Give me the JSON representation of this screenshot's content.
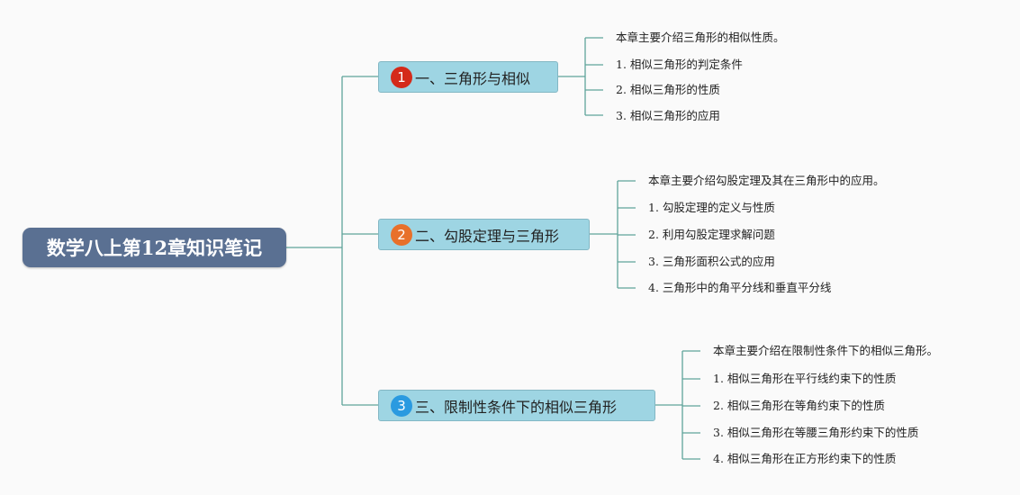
{
  "root": {
    "title": "数学八上第12章知识笔记"
  },
  "branches": [
    {
      "number": "1",
      "title": "一、三角形与相似",
      "color": "#d42a1a",
      "items": [
        "本章主要介绍三角形的相似性质。",
        "1. 相似三角形的判定条件",
        "2. 相似三角形的性质",
        "3. 相似三角形的应用"
      ]
    },
    {
      "number": "2",
      "title": "二、勾股定理与三角形",
      "color": "#e8702a",
      "items": [
        "本章主要介绍勾股定理及其在三角形中的应用。",
        "1. 勾股定理的定义与性质",
        "2. 利用勾股定理求解问题",
        "3. 三角形面积公式的应用",
        "4. 三角形中的角平分线和垂直平分线"
      ]
    },
    {
      "number": "3",
      "title": "三、限制性条件下的相似三角形",
      "color": "#2a9ae0",
      "items": [
        "本章主要介绍在限制性条件下的相似三角形。",
        "1. 相似三角形在平行线约束下的性质",
        "2. 相似三角形在等角约束下的性质",
        "3. 相似三角形在等腰三角形约束下的性质",
        "4. 相似三角形在正方形约束下的性质"
      ]
    }
  ]
}
